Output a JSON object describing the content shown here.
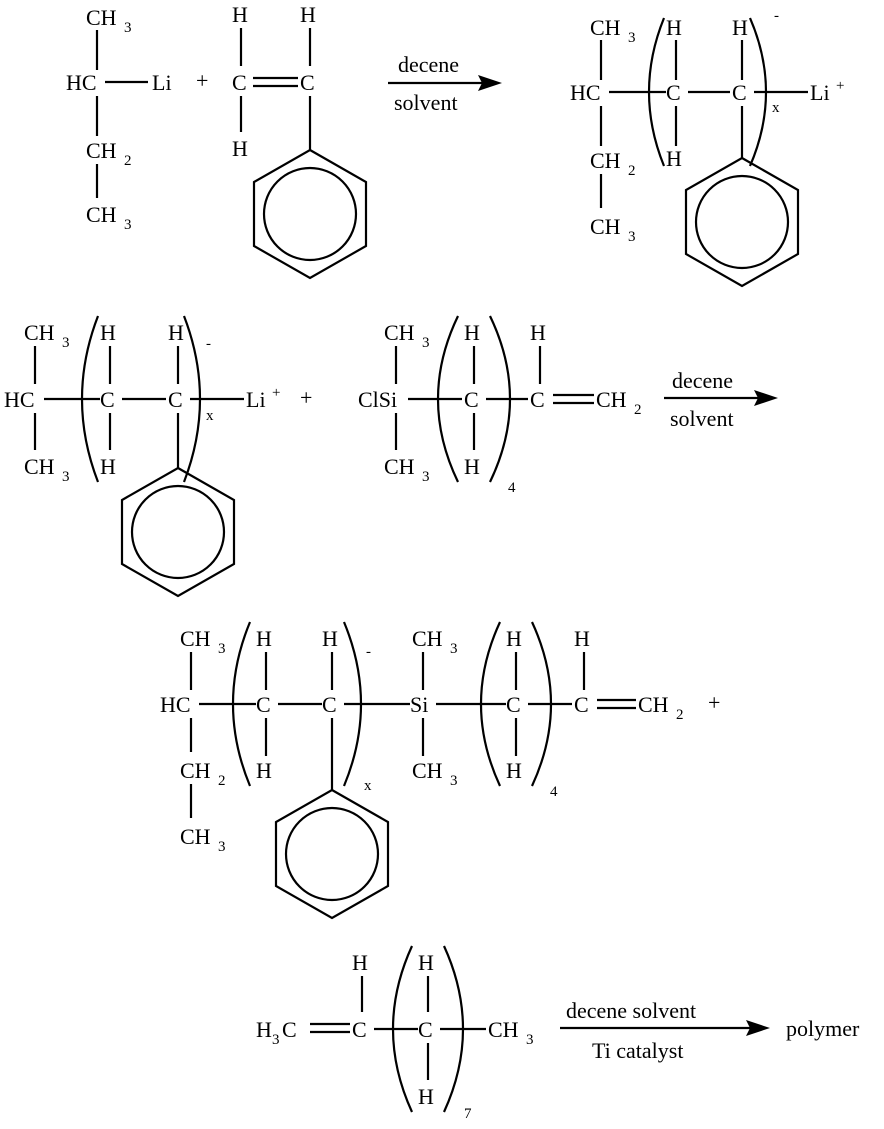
{
  "atoms": {
    "ch3": "CH",
    "ch2": "CH",
    "hc": "HC",
    "c": "C",
    "h": "H",
    "li": "Li",
    "clsi": "ClSi",
    "si": "Si",
    "h3c": "H",
    "h3c_c": "C"
  },
  "subscripts": {
    "three": "3",
    "two": "2",
    "x": "x",
    "four": "4",
    "seven": "7"
  },
  "charges": {
    "minus": "-",
    "plus": "+"
  },
  "operators": {
    "plus": "+"
  },
  "conditions": {
    "r1_top": "decene",
    "r1_bottom": "solvent",
    "r2_top": "decene",
    "r2_bottom": "solvent",
    "r3_top": "decene  solvent",
    "r3_bottom": "Ti catalyst"
  },
  "product": "polymer"
}
